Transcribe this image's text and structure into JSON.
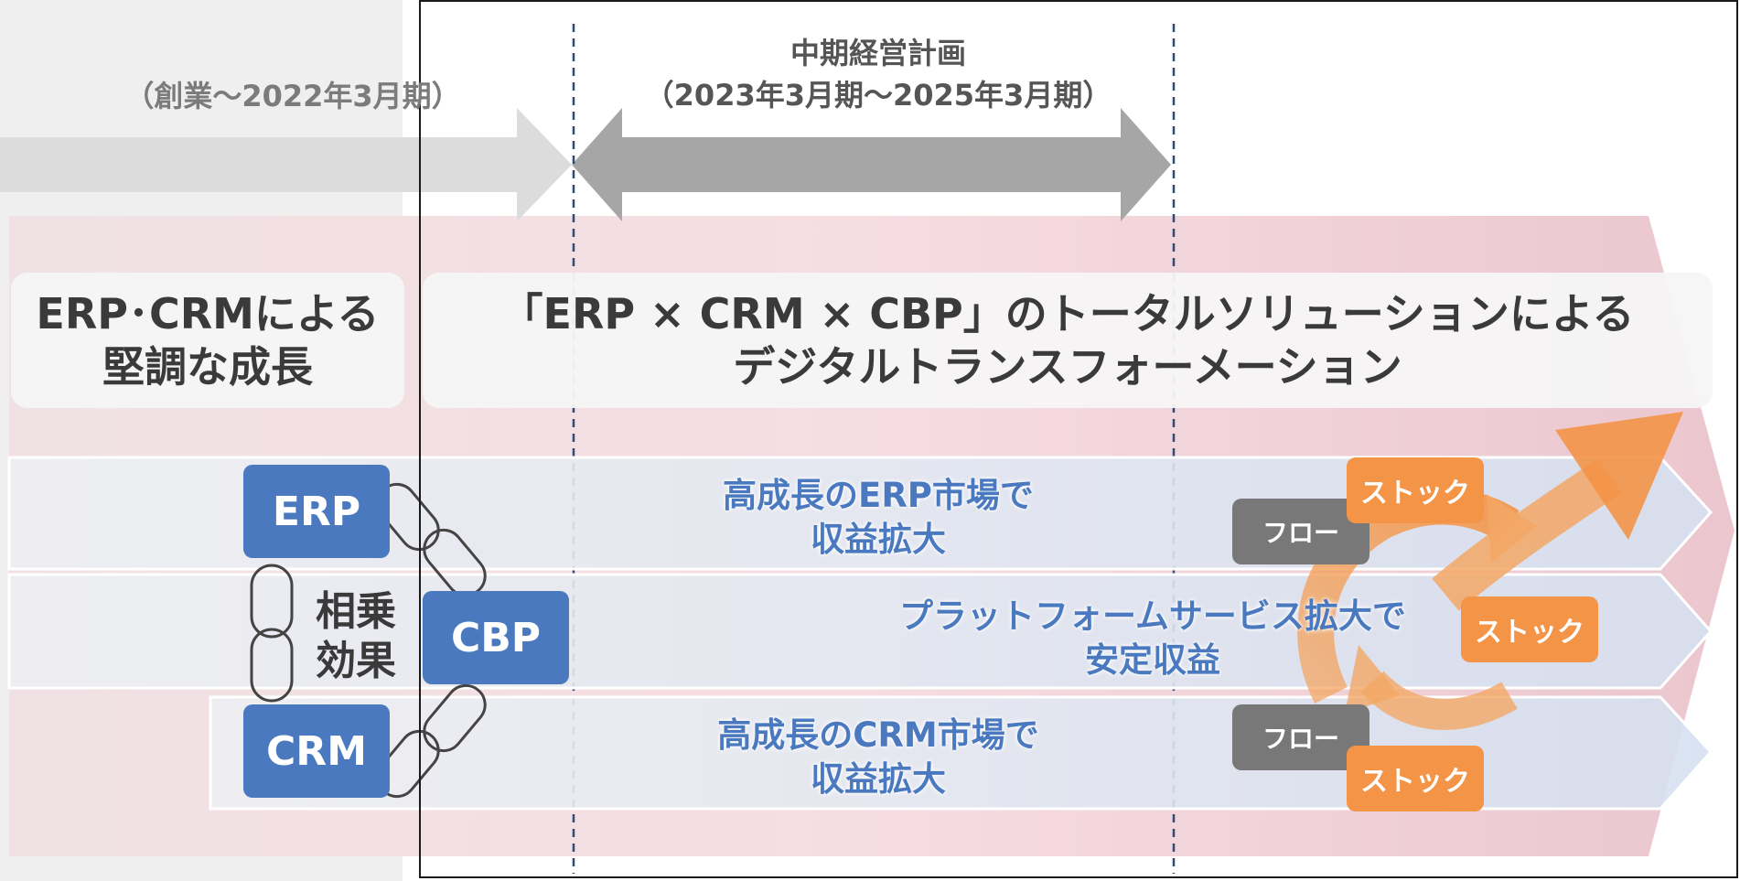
{
  "phases": {
    "past_label": "（創業～2022年3月期）",
    "plan_title": "中期経営計画",
    "plan_period": "（2023年3月期～2025年3月期）"
  },
  "headlines": {
    "left_line1": "ERP･CRMによる",
    "left_line2": "堅調な成長",
    "right_line1": "「ERP × CRM × CBP」のトータルソリューションによる",
    "right_line2": "デジタルトランスフォーメーション"
  },
  "products": {
    "erp": "ERP",
    "cbp": "CBP",
    "crm": "CRM",
    "synergy_line1": "相乗",
    "synergy_line2": "効果"
  },
  "bands": {
    "erp_line1": "高成長のERP市場で",
    "erp_line2": "収益拡大",
    "cbp_line1": "プラットフォームサービス拡大で",
    "cbp_line2": "安定収益",
    "crm_line1": "高成長のCRM市場で",
    "crm_line2": "収益拡大"
  },
  "revenue_tags": {
    "flow": "フロー",
    "stock": "ストック"
  },
  "colors": {
    "brand_blue": "#4b79bf",
    "stock_orange": "#f39447",
    "flow_gray": "#787878",
    "growth_pink": "#ebc8d0",
    "timeline_gray": "#a6a6a6"
  }
}
